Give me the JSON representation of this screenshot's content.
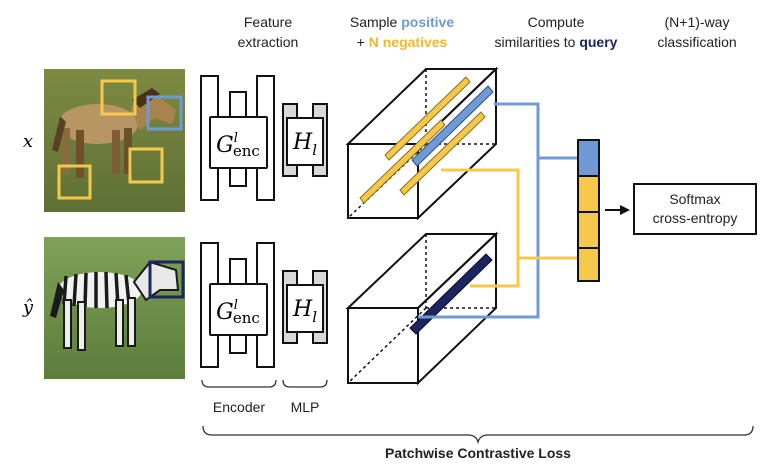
{
  "headers": {
    "feature_extraction": [
      "Feature",
      "extraction"
    ],
    "sample_line1": [
      "Sample ",
      "positive"
    ],
    "sample_line2": [
      "+ ",
      "N negatives"
    ],
    "compute_line1": "Compute",
    "compute_line2": [
      "similarities to ",
      "query"
    ],
    "classification": [
      "(N+1)-way",
      "classification"
    ]
  },
  "inputs": {
    "x_label": "x",
    "y_label": "ŷ"
  },
  "blocks": {
    "encoder_symbol": "G",
    "encoder_sup": "l",
    "encoder_sub": "enc",
    "mlp_symbol": "H",
    "mlp_sub": "l"
  },
  "outputs": {
    "softmax": [
      "Softmax",
      "cross-entropy"
    ]
  },
  "footer": {
    "encoder": "Encoder",
    "mlp": "MLP",
    "loss": "Patchwise Contrastive Loss"
  },
  "colors": {
    "positive": "#6f9ad6",
    "negative": "#f5c84c",
    "query": "#1c2560",
    "block_fill": "#d9d9d9",
    "stroke": "#111111"
  },
  "classification_vector": [
    "positive",
    "negative",
    "negative",
    "negative"
  ]
}
